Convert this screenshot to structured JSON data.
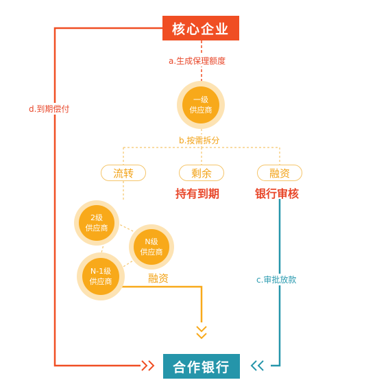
{
  "nodes": {
    "core_enterprise": "核心企业",
    "cooperative_bank": "合作银行",
    "supplier_tier1": [
      "一级",
      "供应商"
    ],
    "supplier_tier2": [
      "2级",
      "供应商"
    ],
    "supplier_tierN": [
      "N级",
      "供应商"
    ],
    "supplier_tierN1": [
      "N-1级",
      "供应商"
    ]
  },
  "labels": {
    "a": "a.生成保理额度",
    "b": "b.按需拆分",
    "c": "c.审批放款",
    "d": "d.到期偿付",
    "financing_flow": "融资"
  },
  "branches": {
    "circulate": "流转",
    "remaining": "剩余",
    "remaining_result": "持有到期",
    "financing": "融资",
    "financing_result": "银行审核"
  },
  "colors": {
    "red": "#f04e23",
    "teal": "#2595aa",
    "orange": "#f8a91a",
    "light_orange": "#fde3b3"
  }
}
